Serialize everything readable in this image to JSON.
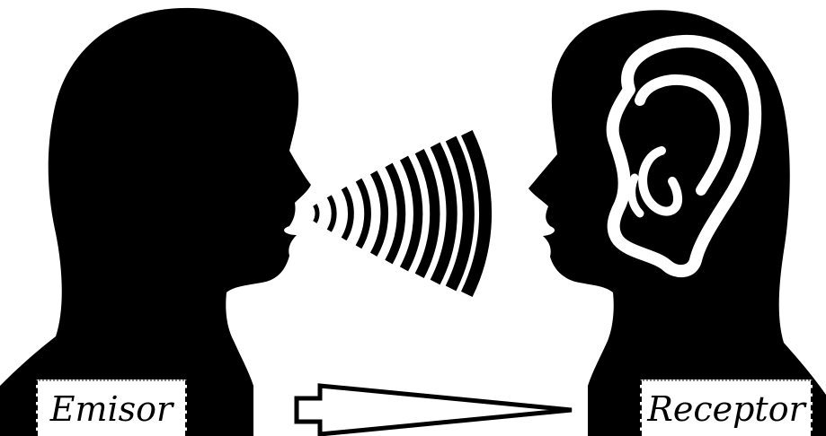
{
  "labels": {
    "sender": "Emisor",
    "receiver": "Receptor"
  },
  "colors": {
    "silhouette": "#000000",
    "background": "#ffffff",
    "ear": "#ffffff"
  },
  "icons": {
    "sender": "speaking-head-silhouette-icon",
    "receiver": "listening-head-silhouette-icon",
    "ear": "ear-icon",
    "waves": "sound-waves-icon",
    "arrow": "direction-arrow-icon"
  },
  "sound_wave_count": 11
}
